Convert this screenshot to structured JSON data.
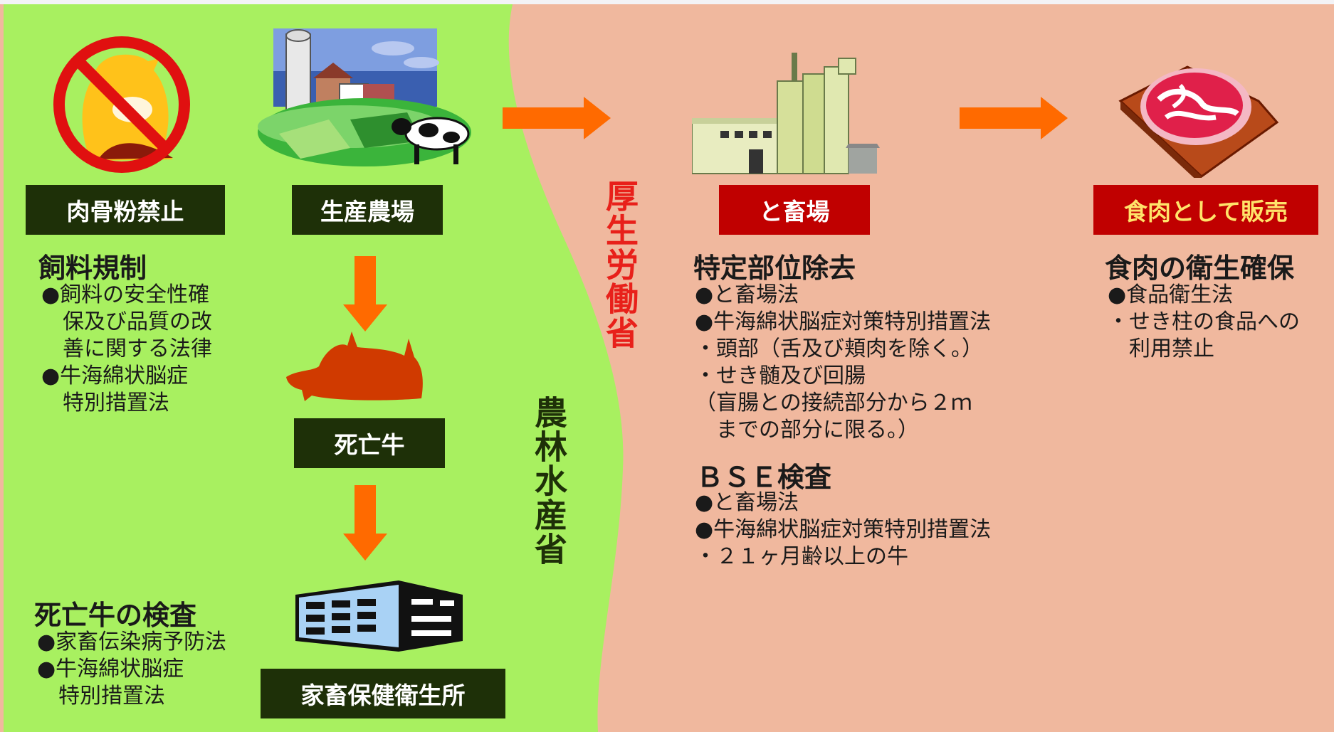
{
  "ministries": {
    "maff": "農林水産省",
    "mhlw": "厚生労働省"
  },
  "labels": {
    "meat_bone_ban": "肉骨粉禁止",
    "farm": "生産農場",
    "dead_cattle": "死亡牛",
    "livestock_office": "家畜保健衛生所",
    "slaughterhouse": "と畜場",
    "sold_as_meat": "食肉として販売"
  },
  "feed": {
    "heading": "飼料規制",
    "lines": [
      "●飼料の安全性確",
      "　保及び品質の改",
      "　善に関する法律",
      "●牛海綿状脳症",
      "　特別措置法"
    ]
  },
  "dead_inspection": {
    "heading": "死亡牛の検査",
    "lines": [
      "●家畜伝染病予防法",
      "●牛海綿状脳症",
      "　特別措置法"
    ]
  },
  "srm": {
    "heading": "特定部位除去",
    "lines": [
      "●と畜場法",
      "●牛海綿状脳症対策特別措置法",
      "・頭部（舌及び頬肉を除く。）",
      "・せき髄及び回腸",
      "（盲腸との接続部分から２ｍ",
      "　までの部分に限る。）"
    ]
  },
  "bse": {
    "heading": "ＢＳＥ検査",
    "lines": [
      "●と畜場法",
      "●牛海綿状脳症対策特別措置法",
      "・２１ヶ月齢以上の牛"
    ]
  },
  "meat_safety": {
    "heading": "食肉の衛生確保",
    "lines": [
      "●食品衛生法",
      "・せき柱の食品への",
      "　利用禁止"
    ]
  },
  "colors": {
    "maff_area": "#a8f060",
    "mhlw_area": "#f0b89e",
    "arrow": "#ff6a00",
    "dark_label": "#1e3008",
    "red_label": "#c00000"
  },
  "icons": [
    "prohibited-feed-icon",
    "farm-icon",
    "dead-cow-icon",
    "office-building-icon",
    "slaughterhouse-icon",
    "meat-icon"
  ]
}
